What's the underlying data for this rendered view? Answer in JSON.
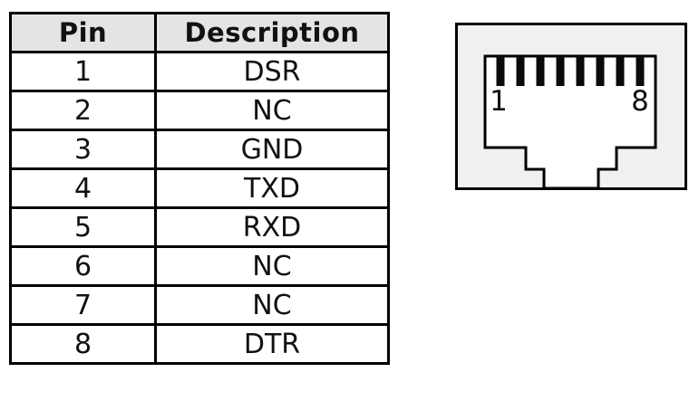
{
  "table": {
    "headers": [
      "Pin",
      "Description"
    ],
    "rows": [
      {
        "pin": "1",
        "description": "DSR"
      },
      {
        "pin": "2",
        "description": "NC"
      },
      {
        "pin": "3",
        "description": "GND"
      },
      {
        "pin": "4",
        "description": "TXD"
      },
      {
        "pin": "5",
        "description": "RXD"
      },
      {
        "pin": "6",
        "description": "NC"
      },
      {
        "pin": "7",
        "description": "NC"
      },
      {
        "pin": "8",
        "description": "DTR"
      }
    ]
  },
  "connector": {
    "pin_count": 8,
    "pin_labels": {
      "first": "1",
      "last": "8"
    },
    "colors": {
      "body_fill": "#f0f0f0",
      "outline": "#000000",
      "opening_fill": "#ffffff",
      "pin_fill": "#0a0a0a",
      "header_bg": "#e4e4e4"
    }
  }
}
